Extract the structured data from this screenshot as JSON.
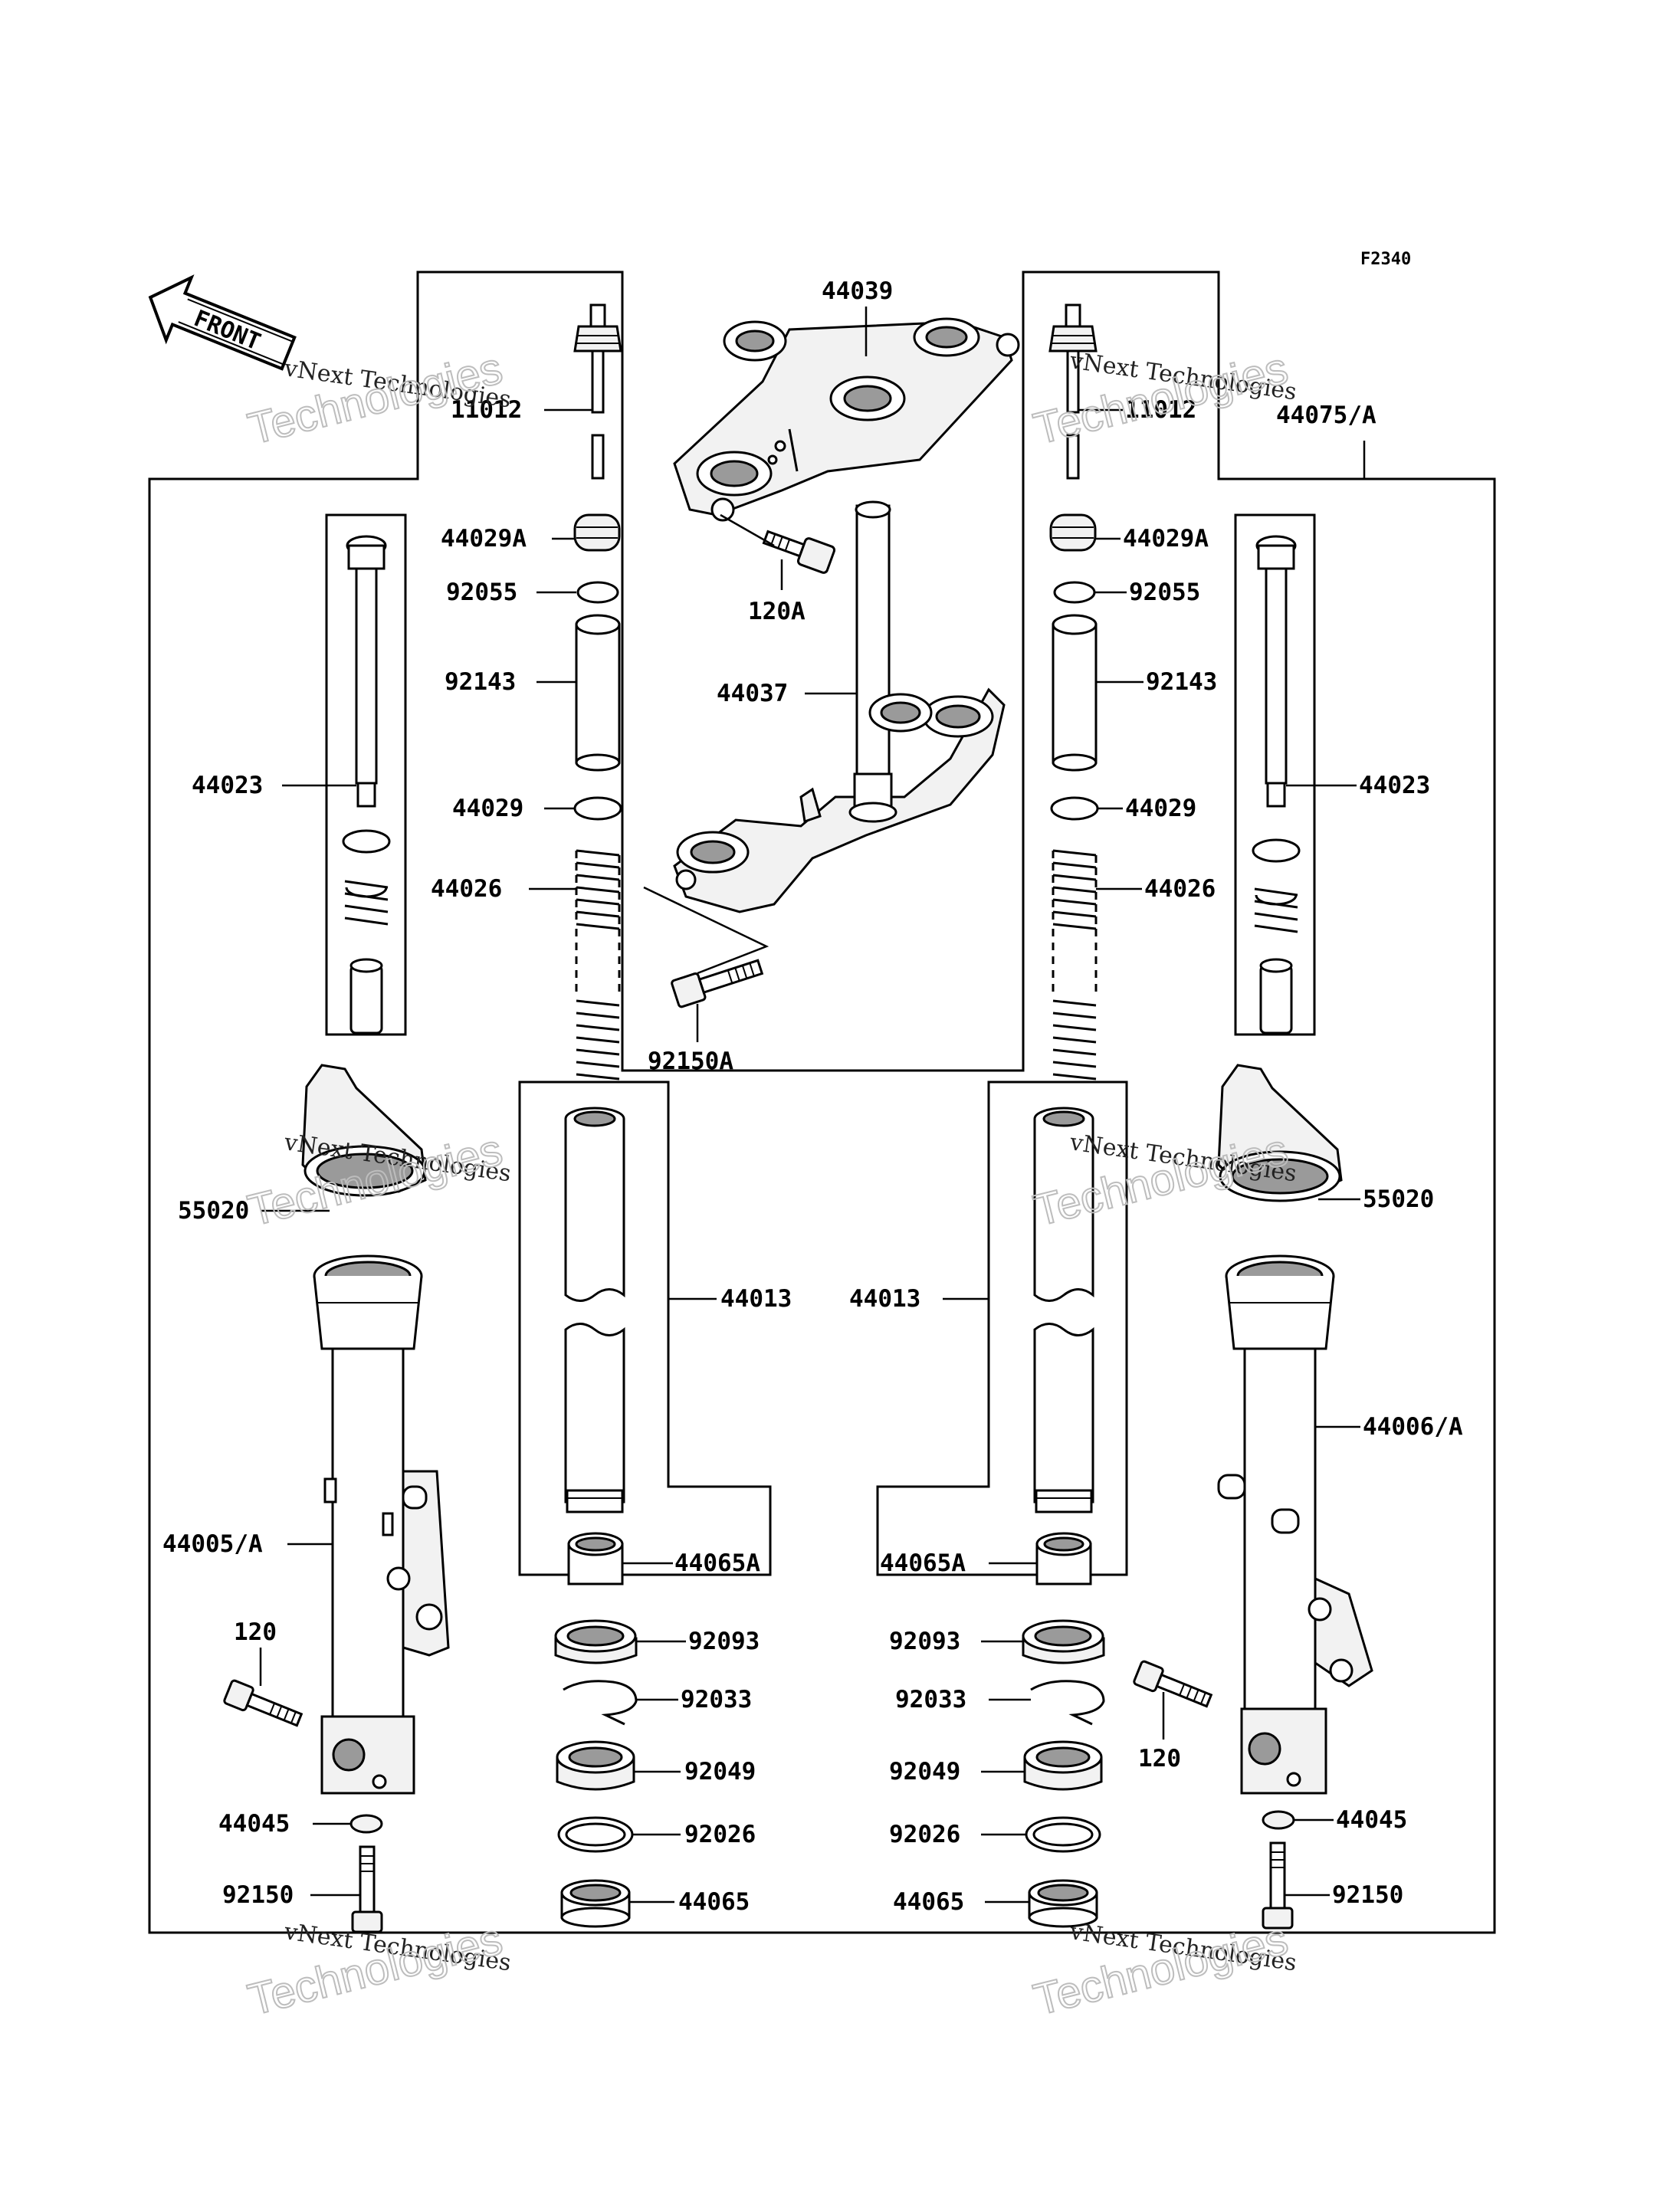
{
  "figure_code": "F2340",
  "front_label": "FRONT",
  "watermark": {
    "line1": "vNext Technologies",
    "line2": "Technologies"
  },
  "parts": {
    "steering_stem_head": "44039",
    "bolt_head": "120A",
    "steering_stem": "44037",
    "bolt_stem": "92150A",
    "fork_assembly_right": "44075/A",
    "left_fork": {
      "top_plug": "11012",
      "cap": "44029A",
      "o_ring": "92055",
      "spacer": "92143",
      "washer": "44029",
      "spring": "44026",
      "cylinder": "44023",
      "guard": "55020",
      "outer_tube": "44005/A",
      "bolt": "120",
      "gasket": "44045",
      "socket_bolt": "92150",
      "inner_tube": "44013",
      "bushing_a": "44065A",
      "dust_seal": "92093",
      "snap_ring": "92033",
      "oil_seal": "92049",
      "washer_b": "92026",
      "bushing": "44065"
    },
    "right_fork": {
      "top_plug": "11012",
      "cap": "44029A",
      "o_ring": "92055",
      "spacer": "92143",
      "washer": "44029",
      "spring": "44026",
      "cylinder": "44023",
      "guard": "55020",
      "outer_tube": "44006/A",
      "bolt": "120",
      "gasket": "44045",
      "socket_bolt": "92150",
      "inner_tube": "44013",
      "bushing_a": "44065A",
      "dust_seal": "92093",
      "snap_ring": "92033",
      "oil_seal": "92049",
      "washer_b": "92026",
      "bushing": "44065"
    }
  }
}
